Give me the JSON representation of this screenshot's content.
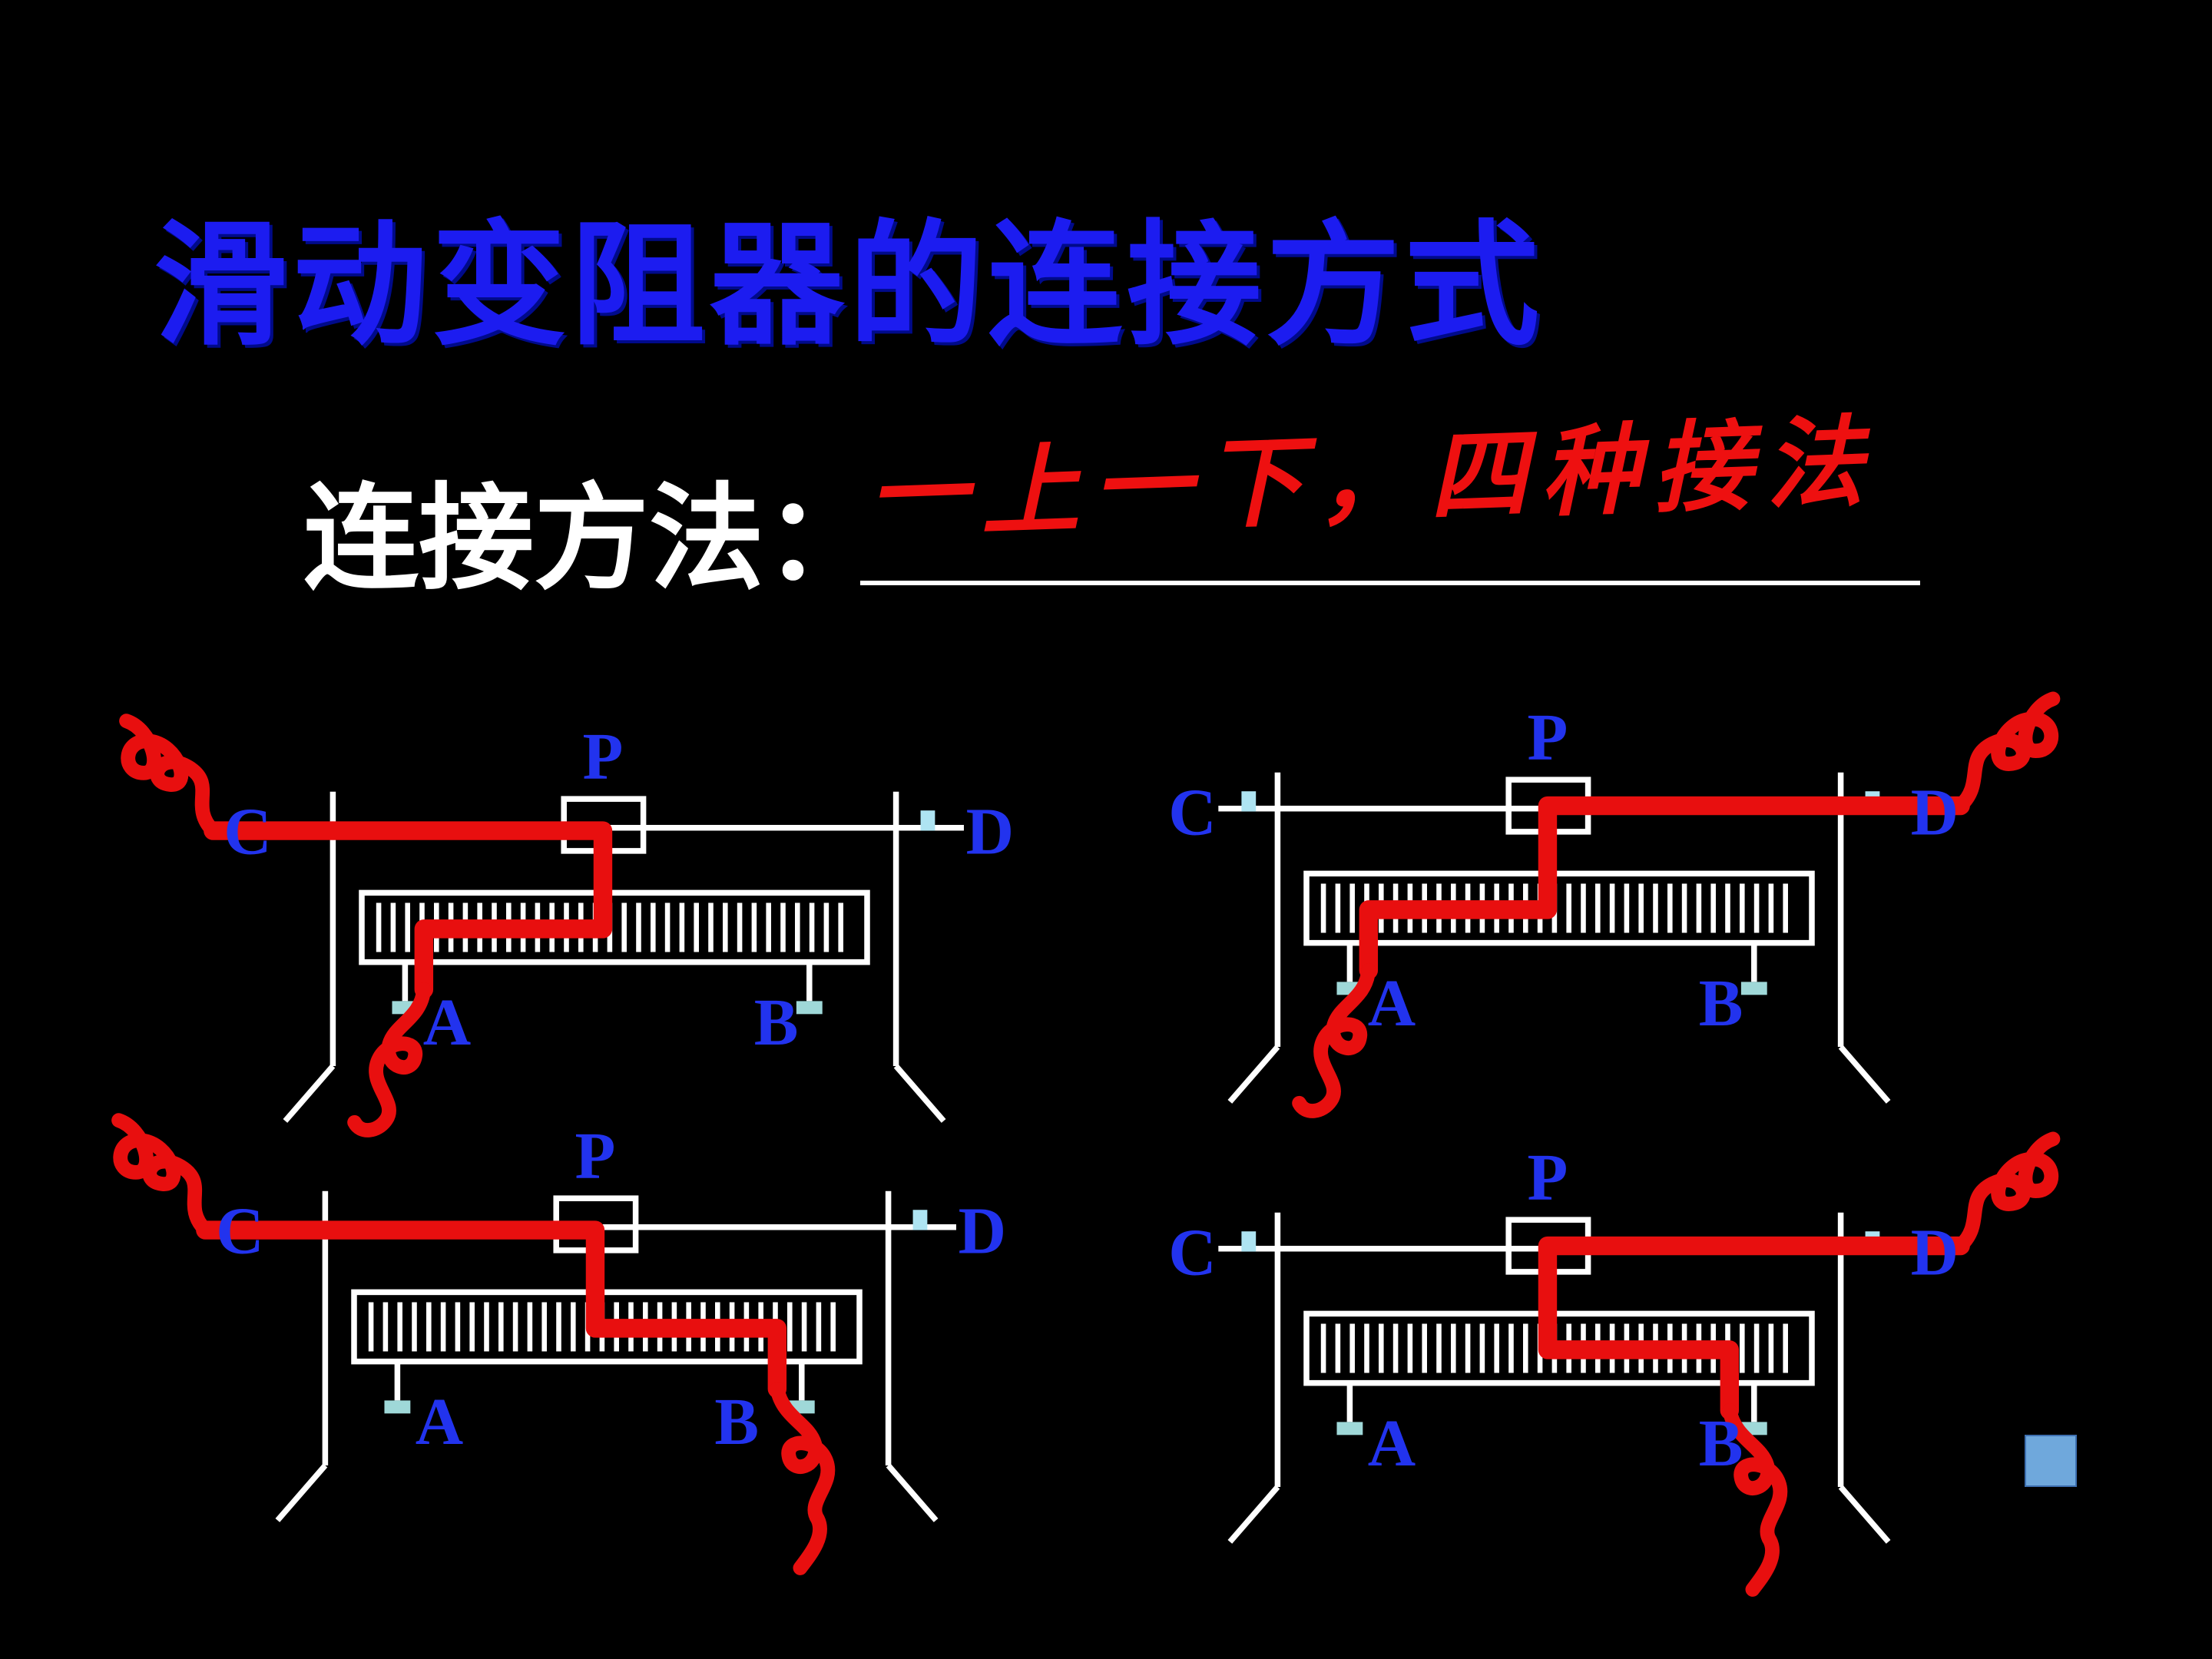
{
  "slide": {
    "title": "滑动变阻器的连接方式",
    "subtitle_label": "连接方法：",
    "annotation": "一上一下，四种接法",
    "colors": {
      "background": "#000000",
      "title_blue": "#1c1cf0",
      "annotation_red": "#ee1010",
      "label_blue": "#2233ee",
      "wire_red": "#e80f0f",
      "frame_white": "#ffffff",
      "nav_square_blue": "#6fa8dc"
    }
  },
  "diagrams": [
    {
      "connection": "C-A",
      "label_c": "C",
      "label_d": "D",
      "label_p": "P",
      "label_a": "A",
      "label_b": "B"
    },
    {
      "connection": "D-A",
      "label_c": "C",
      "label_d": "D",
      "label_p": "P",
      "label_a": "A",
      "label_b": "B"
    },
    {
      "connection": "C-B",
      "label_c": "C",
      "label_d": "D",
      "label_p": "P",
      "label_a": "A",
      "label_b": "B"
    },
    {
      "connection": "D-B",
      "label_c": "C",
      "label_d": "D",
      "label_p": "P",
      "label_a": "A",
      "label_b": "B"
    }
  ],
  "icons": {
    "nav_square": "slide-nav-square"
  }
}
